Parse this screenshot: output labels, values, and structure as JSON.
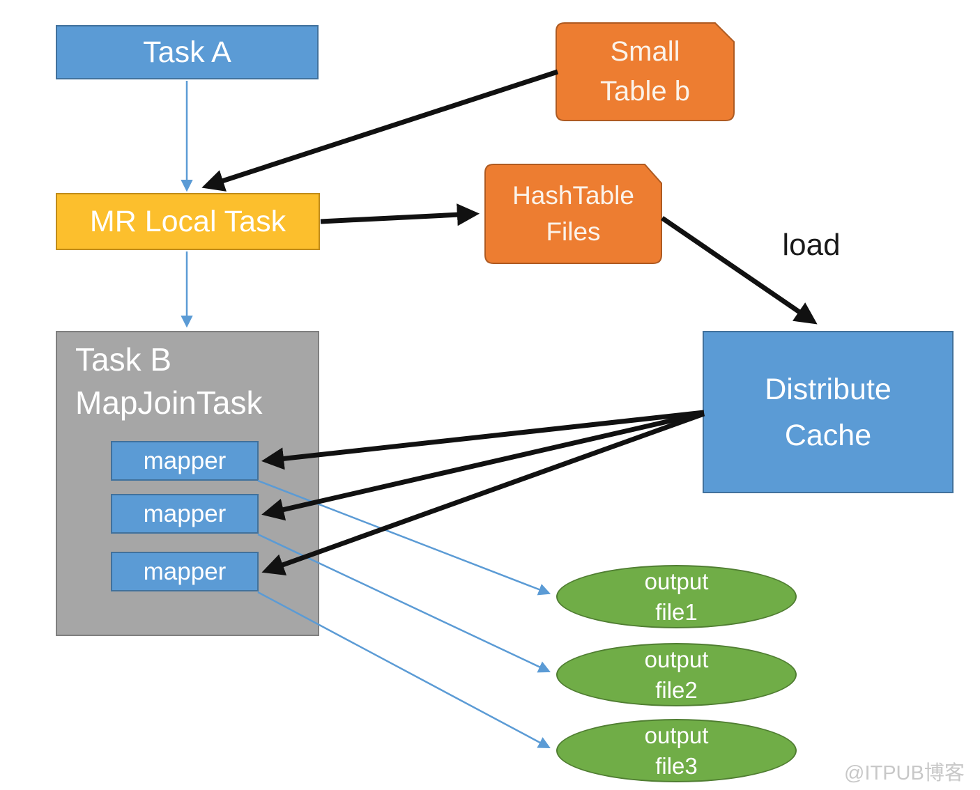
{
  "palette": {
    "blue_fill": "#5B9BD5",
    "blue_border": "#41719C",
    "orange_fill": "#ED7D31",
    "orange_border": "#AE5A21",
    "gold_fill": "#FCBF2D",
    "gold_border": "#C08C1B",
    "gray_fill": "#A6A6A6",
    "gray_border": "#7F7F7F",
    "green_fill": "#70AD47",
    "green_border": "#507E32",
    "connector_blue": "#5B9BD5",
    "connector_black": "#111111"
  },
  "nodes": {
    "task_a": {
      "label": "Task A"
    },
    "small_table_b": {
      "lines": [
        "Small",
        "Table b"
      ]
    },
    "mr_local_task": {
      "label": "MR Local Task"
    },
    "hashtable_files": {
      "lines": [
        "HashTable",
        "Files"
      ]
    },
    "distribute_cache": {
      "lines": [
        "Distribute",
        "Cache"
      ]
    },
    "task_b": {
      "lines": [
        "Task B",
        "MapJoinTask"
      ]
    },
    "mappers": [
      {
        "label": "mapper"
      },
      {
        "label": "mapper"
      },
      {
        "label": "mapper"
      }
    ],
    "outputs": [
      {
        "lines": [
          "output",
          "file1"
        ]
      },
      {
        "lines": [
          "output",
          "file2"
        ]
      },
      {
        "lines": [
          "output",
          "file3"
        ]
      }
    ]
  },
  "labels": {
    "load": "load"
  },
  "watermark": {
    "text": "@ITPUB博客"
  },
  "edges": [
    {
      "from": "Task A",
      "to": "MR Local Task",
      "style": "thin-blue-arrow"
    },
    {
      "from": "Small Table b",
      "to": "MR Local Task",
      "style": "thick-black-arrow"
    },
    {
      "from": "MR Local Task",
      "to": "HashTable Files",
      "style": "thick-black-arrow"
    },
    {
      "from": "HashTable Files",
      "to": "Distribute Cache",
      "style": "thick-black-arrow",
      "label": "load"
    },
    {
      "from": "MR Local Task",
      "to": "Task B MapJoinTask",
      "style": "thin-blue-arrow"
    },
    {
      "from": "Distribute Cache",
      "to": "mapper 1",
      "style": "thick-black-arrow"
    },
    {
      "from": "Distribute Cache",
      "to": "mapper 2",
      "style": "thick-black-arrow"
    },
    {
      "from": "Distribute Cache",
      "to": "mapper 3",
      "style": "thick-black-arrow"
    },
    {
      "from": "mapper 1",
      "to": "output file1",
      "style": "thin-blue-arrow"
    },
    {
      "from": "mapper 2",
      "to": "output file2",
      "style": "thin-blue-arrow"
    },
    {
      "from": "mapper 3",
      "to": "output file3",
      "style": "thin-blue-arrow"
    }
  ]
}
